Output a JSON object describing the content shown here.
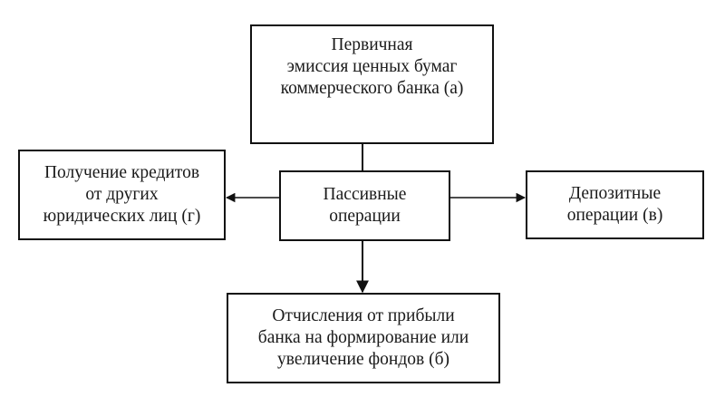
{
  "diagram": {
    "center": {
      "lines": [
        "Пассивные",
        "операции"
      ]
    },
    "top": {
      "lines": [
        "Первичная",
        "эмиссия ценных бумаг",
        "коммерческого банка (а)"
      ]
    },
    "bottom": {
      "lines": [
        "Отчисления от прибыли",
        "банка на формирование или",
        "увеличение фондов (б)"
      ]
    },
    "right": {
      "lines": [
        "Депозитные",
        "операции (в)"
      ]
    },
    "left": {
      "lines": [
        "Получение кредитов",
        "от других",
        "юридических лиц (г)"
      ]
    },
    "edges": [
      {
        "from": "center",
        "to": "top"
      },
      {
        "from": "center",
        "to": "bottom"
      },
      {
        "from": "center",
        "to": "right"
      },
      {
        "from": "center",
        "to": "left"
      }
    ],
    "stroke_color": "#111111"
  }
}
